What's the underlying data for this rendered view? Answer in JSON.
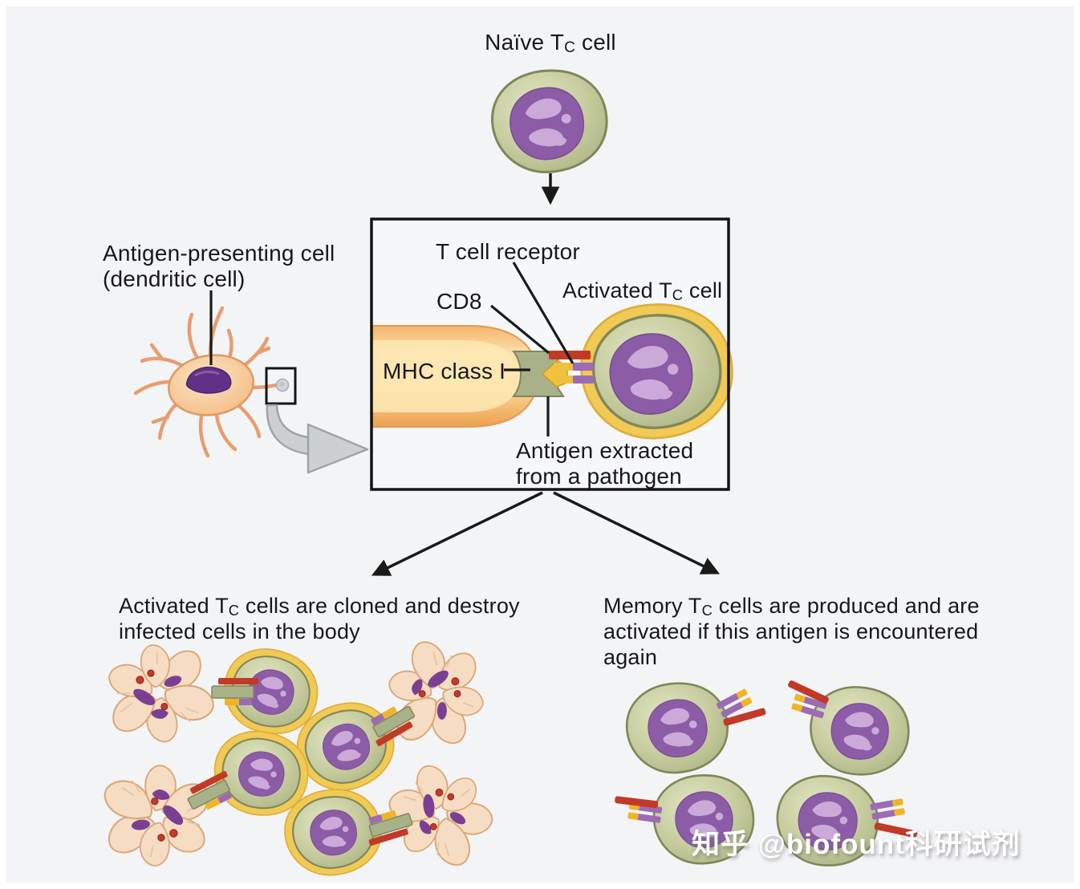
{
  "naive": {
    "pre": "Naïve T",
    "sub": "C",
    "post": " cell"
  },
  "apc_label": {
    "line1": "Antigen-presenting cell",
    "line2": "(dendritic cell)"
  },
  "box": {
    "tcr": "T cell receptor",
    "cd8": "CD8",
    "activated": {
      "pre": "Activated T",
      "sub": "C",
      "post": " cell"
    },
    "mhc": "MHC class I",
    "antigen_line1": "Antigen extracted",
    "antigen_line2": "from a pathogen"
  },
  "outcome_left": {
    "pre": "Activated T",
    "sub": "C",
    "post": " cells are cloned and destroy",
    "line2": "infected cells in the body"
  },
  "outcome_right": {
    "pre": "Memory T",
    "sub": "C",
    "post": " cells are produced and are",
    "line2": "activated if this antigen is encountered",
    "line3": "again"
  },
  "watermark": "知乎 @biofount科研试剂",
  "icons": {
    "flow_arrow": "black straight arrow",
    "branch_arrows": "black diverging arrows",
    "zoom_arrow": "gray curved magnify arrow",
    "magnified_region": "small black rectangle on dendritic cell"
  },
  "colors": {
    "background": "#f3f4f6",
    "cell_green": "#c3c99c",
    "cell_border_green": "#7f8758",
    "nucleus_purple": "#8d5ca6",
    "nucleus_light_purple": "#cbaad9",
    "activation_halo_yellow": "#f1c955",
    "apc_orange": "#f6c387",
    "mhc_capsule_orange": "#f8cd8d",
    "mhc_molecule_green": "#a8b188",
    "antigen_yellow": "#f2c23e",
    "cd8_red": "#c13a28",
    "receptor_purple": "#9b6bb3",
    "dying_cell_peach": "#f6dcc3",
    "line_black": "#1a1a1a"
  }
}
